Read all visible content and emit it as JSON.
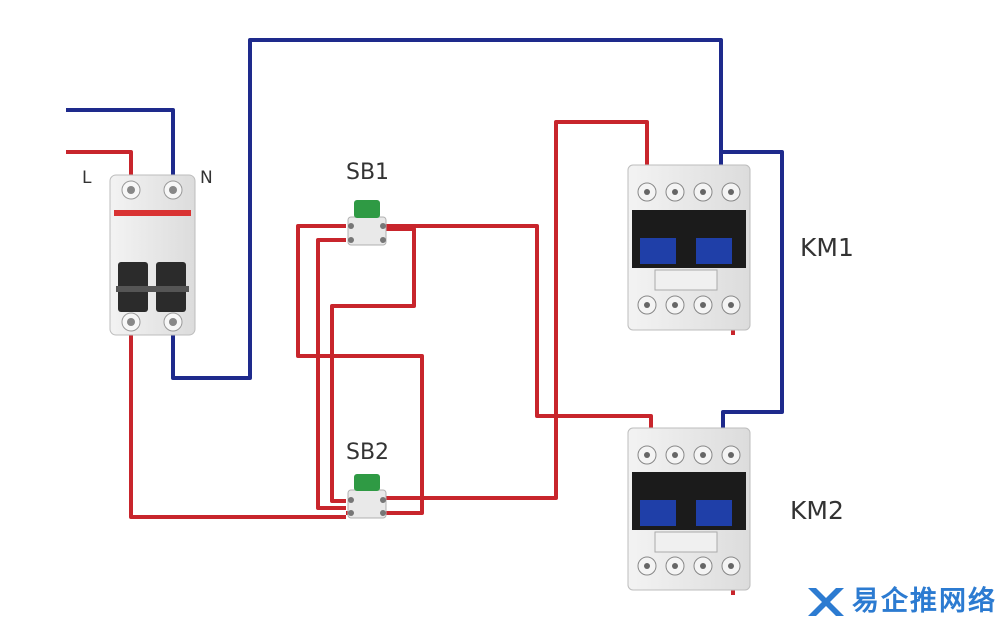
{
  "labels": {
    "line": "L",
    "neutral": "N",
    "sb1": "SB1",
    "sb2": "SB2",
    "km1": "KM1",
    "km2": "KM2"
  },
  "watermark": {
    "text": "易企推网络"
  },
  "colors": {
    "live_wire": "#c8252c",
    "neutral_wire": "#1e2a8c",
    "button_green": "#2f9a44",
    "contactor_blue": "#1f3fa8",
    "watermark_blue": "#2c7bd1"
  },
  "components": {
    "breaker": "two-pole miniature circuit breaker",
    "pushbuttons": [
      "SB1",
      "SB2"
    ],
    "contactors": [
      "KM1",
      "KM2"
    ]
  }
}
